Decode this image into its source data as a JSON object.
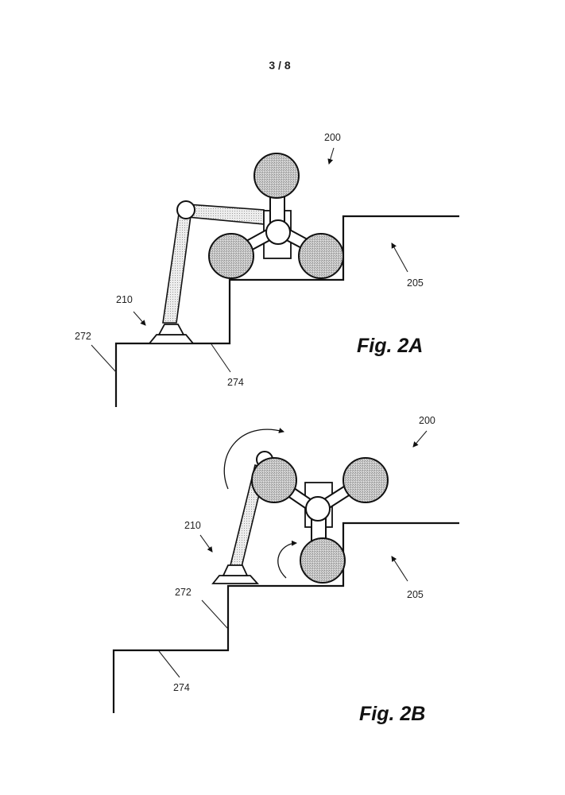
{
  "page_number": "3 / 8",
  "figures": [
    {
      "caption": "Fig. 2A",
      "labels": {
        "robot": "200",
        "arm": "210",
        "step_riser": "272",
        "step_tread": "274",
        "staircase": "205"
      }
    },
    {
      "caption": "Fig. 2B",
      "labels": {
        "robot": "200",
        "arm": "210",
        "step_riser": "272",
        "step_tread": "274",
        "staircase": "205"
      }
    }
  ]
}
